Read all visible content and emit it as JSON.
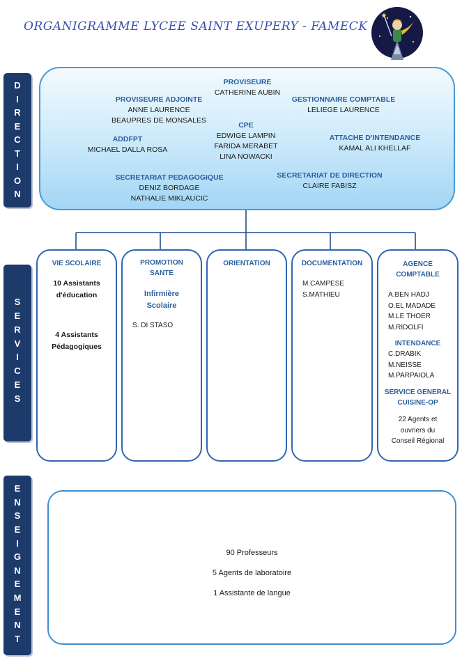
{
  "title": "ORGANIGRAMME LYCEE SAINT EXUPERY - FAMECK",
  "side_labels": {
    "direction": [
      "D",
      "I",
      "R",
      "E",
      "C",
      "T",
      "I",
      "O",
      "N"
    ],
    "services": [
      "S",
      "E",
      "R",
      "V",
      "I",
      "C",
      "E",
      "S"
    ],
    "enseignement": [
      "E",
      "N",
      "S",
      "E",
      "I",
      "G",
      "N",
      "E",
      "M",
      "E",
      "N",
      "T"
    ]
  },
  "direction": {
    "proviseure": {
      "title": "PROVISEURE",
      "names": [
        "CATHERINE AUBIN"
      ]
    },
    "proviseure_adjointe": {
      "title": "PROVISEURE ADJOINTE",
      "names": [
        "ANNE LAURENCE",
        "BEAUPRES DE MONSALES"
      ]
    },
    "gestionnaire": {
      "title": "GESTIONNAIRE COMPTABLE",
      "names": [
        "LELIEGE LAURENCE"
      ]
    },
    "cpe": {
      "title": "CPE",
      "names": [
        "EDWIGE LAMPIN",
        "FARIDA MERABET",
        "LINA NOWACKI"
      ]
    },
    "addfpt": {
      "title": "ADDFPT",
      "names": [
        "MICHAEL DALLA ROSA"
      ]
    },
    "attache": {
      "title": "ATTACHE D'INTENDANCE",
      "names": [
        "KAMAL ALI KHELLAF"
      ]
    },
    "secretariat_pedagogique": {
      "title": "SECRETARIAT PEDAGOGIQUE",
      "names": [
        "DENIZ BORDAGE",
        "NATHALIE MIKLAUCIC"
      ]
    },
    "secretariat_direction": {
      "title": "SECRETARIAT DE DIRECTION",
      "names": [
        "CLAIRE FABISZ"
      ]
    }
  },
  "services": {
    "vie_scolaire": {
      "title": "VIE SCOLAIRE",
      "lines": [
        "10 Assistants",
        "d'éducation",
        "4 Assistants",
        "Pédagogiques"
      ]
    },
    "promotion_sante": {
      "title": [
        "PROMOTION",
        "SANTE"
      ],
      "subtitle": [
        "Infirmière",
        "Scolaire"
      ],
      "names": [
        "S. DI STASO"
      ]
    },
    "orientation": {
      "title": "ORIENTATION"
    },
    "documentation": {
      "title": "DOCUMENTATION",
      "names": [
        "M.CAMPESE",
        "S.MATHIEU"
      ]
    },
    "agence_comptable": {
      "title": [
        "AGENCE",
        "COMPTABLE"
      ],
      "names": [
        "A.BEN HADJ",
        "O.EL MADADE",
        "M.LE THOER",
        "M.RIDOLFI"
      ],
      "intendance_title": "INTENDANCE",
      "intendance_names": [
        "C.DRABIK",
        "M.NEISSE",
        "M.PARPAIOLA"
      ],
      "service_general_title": [
        "SERVICE GENERAL",
        "CUISINE-OP"
      ],
      "service_general_lines": [
        "22 Agents et",
        "ouvriers du",
        "Conseil Régional"
      ]
    }
  },
  "enseignement": {
    "lines": [
      "90 Professeurs",
      "5 Agents de laboratoire",
      "1 Assistante de langue"
    ]
  },
  "colors": {
    "side_bar": "#1c3a6a",
    "heading_blue": "#2a5f9e",
    "box_border": "#2f66b1",
    "connector": "#1f4f8c"
  },
  "logo_icon": "little-prince-logo-icon"
}
